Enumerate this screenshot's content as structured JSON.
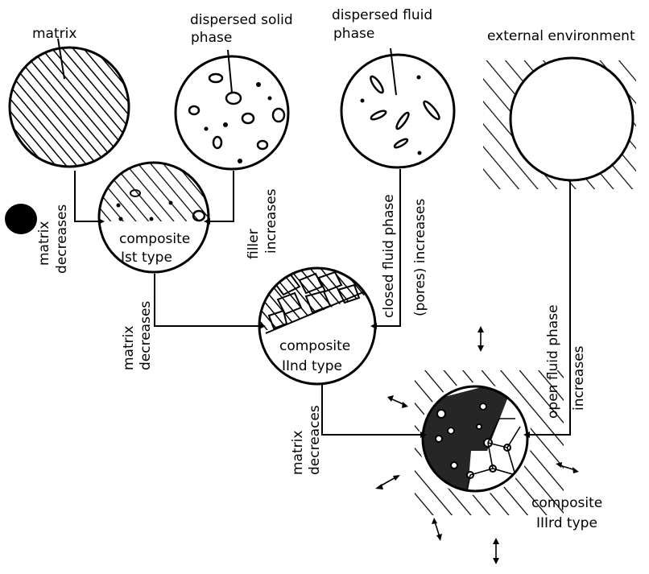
{
  "labels": {
    "matrix": "matrix",
    "dispersed_solid_1": "dispersed solid",
    "dispersed_solid_2": "phase",
    "dispersed_fluid_1": "dispersed fluid",
    "dispersed_fluid_2": "phase",
    "external_environment": "external environment",
    "composite_1_line1": "composite",
    "composite_1_line2": "Ist type",
    "composite_2_line1": "composite",
    "composite_2_line2": "IInd type",
    "composite_3_line1": "composite",
    "composite_3_line2": "IIIrd type"
  },
  "arrows": {
    "matrix_decreases_1a": "matrix",
    "matrix_decreases_1b": "decreases",
    "filler_increases_a": "filler",
    "filler_increases_b": "increases",
    "matrix_decreases_2a": "matrix",
    "matrix_decreases_2b": "decreases",
    "closed_fluid_a": "closed fluid phase",
    "closed_fluid_b": "(pores) increases",
    "matrix_decreases_3a": "matrix",
    "matrix_decreases_3b": "decreaces",
    "open_fluid_a": "open fluid phase",
    "open_fluid_b": "increases"
  }
}
